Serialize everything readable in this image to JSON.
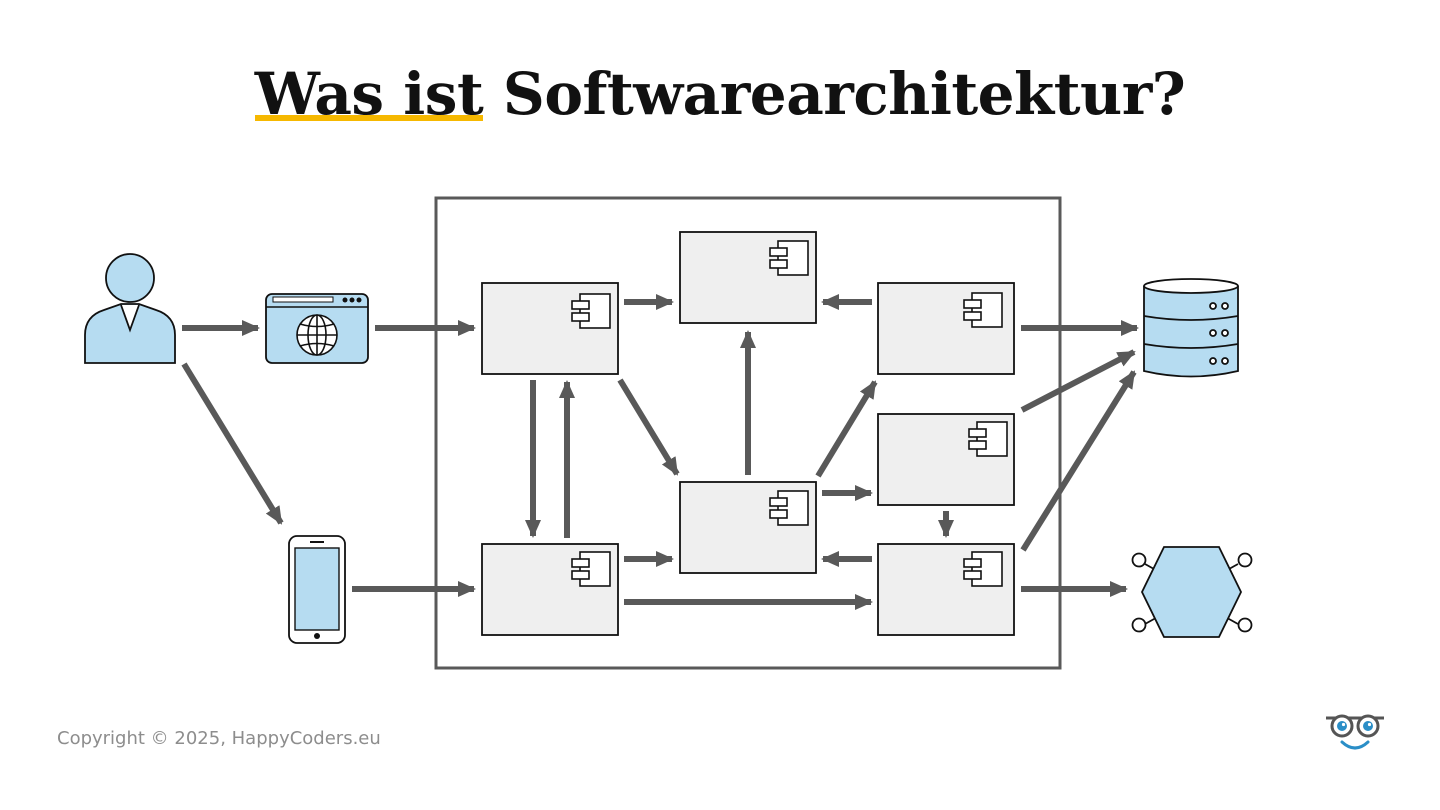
{
  "slide": {
    "title_highlight": "Was ist",
    "title_rest": " Softwarearchitektur?",
    "copyright": "Copyright © 2025, HappyCoders.eu"
  },
  "colors": {
    "accent": "#f6b800",
    "arrow": "#595959",
    "component_fill": "#efefef",
    "icon_fill": "#b6dcf1",
    "logo_blue": "#2a8ec7"
  },
  "icons": {
    "user": "user-icon",
    "browser": "web-browser-icon",
    "mobile": "smartphone-icon",
    "database": "database-icon",
    "external_system": "hexagon-external-system-icon",
    "component": "uml-component-icon",
    "logo": "happycoders-glasses-logo"
  }
}
